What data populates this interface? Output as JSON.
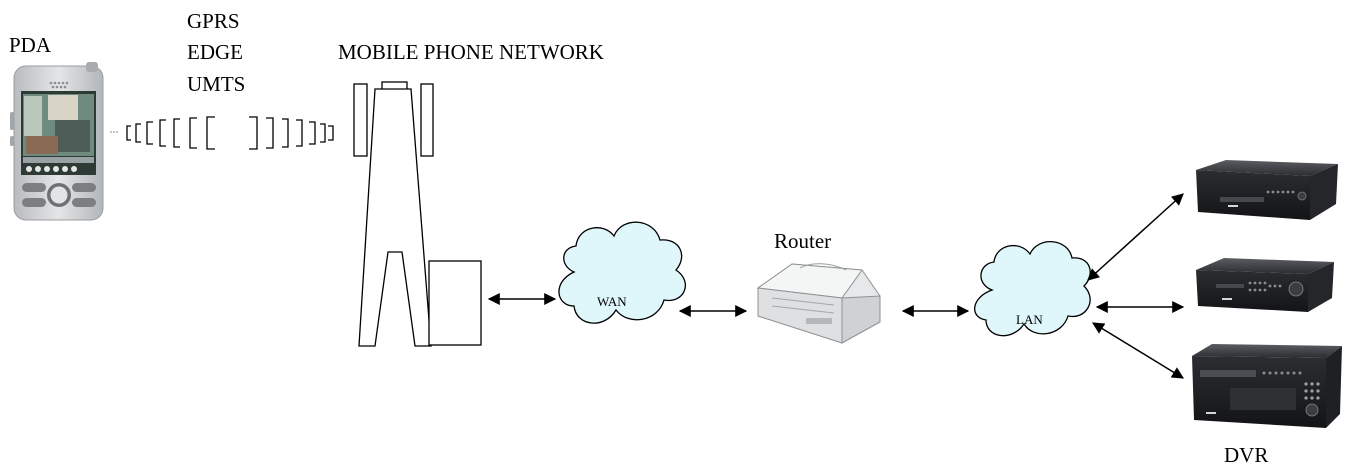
{
  "labels": {
    "pda": "PDA",
    "protocols": [
      "GPRS",
      "EDGE",
      "UMTS"
    ],
    "mobile_network": "MOBILE PHONE NETWORK",
    "router": "Router",
    "dvr": "DVR"
  },
  "clouds": {
    "wan": "WAN",
    "lan": "LAN"
  },
  "colors": {
    "cloud_fill": "#dff6fb",
    "line": "#000000",
    "device_gray": "#c9cbcd"
  }
}
